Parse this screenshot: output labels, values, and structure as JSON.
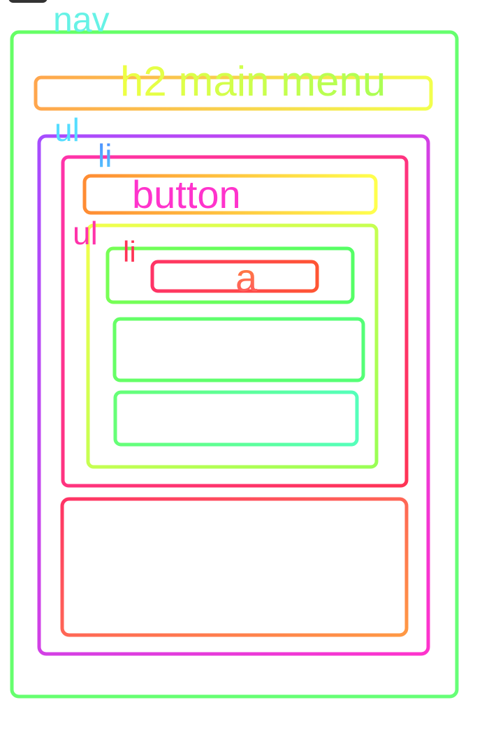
{
  "labels": {
    "nav": "nav",
    "h2": "h2 main menu",
    "ul_outer": "ul",
    "li_outer": "li",
    "button": "button",
    "ul_inner": "ul",
    "li_inner": "li",
    "a": "a"
  },
  "colors": {
    "green": "#66ff66",
    "orange": "#ffa64d",
    "yellow": "#f2ff4d",
    "purple": "#b44dff",
    "magenta": "#ff33cc",
    "red": "#ff3366",
    "lime": "#aaff55",
    "teal": "#55ffaa",
    "aqua": "#66f2e6",
    "cyan": "#55ddff",
    "blue": "#4d99ff"
  }
}
